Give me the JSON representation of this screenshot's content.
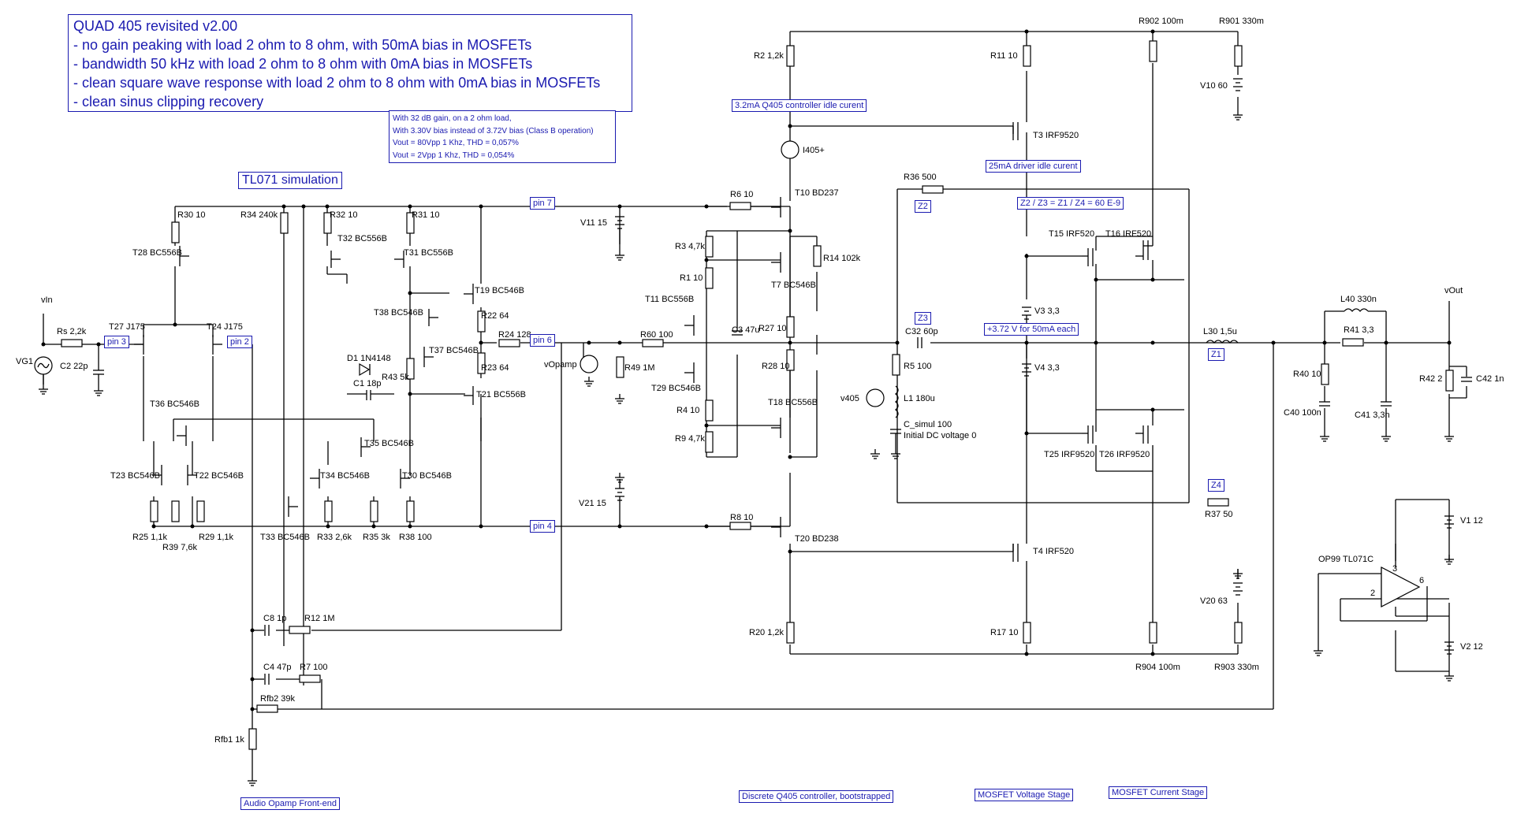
{
  "title_box": {
    "lines": [
      "QUAD 405 revisited v2.00",
      "- no gain peaking with load 2 ohm to 8 ohm, with 50mA bias in MOSFETs",
      "- bandwidth 50 kHz with load 2 ohm to 8 ohm with 0mA bias in MOSFETs",
      "- clean square wave response with load 2 ohm to 8 ohm with 0mA bias in MOSFETs",
      "- clean sinus clipping recovery"
    ]
  },
  "sim_box": {
    "lines": [
      "With 32 dB gain, on a 2 ohm load,",
      "With 3.30V bias instead of 3.72V bias (Class B operation)",
      "Vout = 80Vpp 1 Khz, THD = 0,057%",
      "Vout =   2Vpp 1 Khz, THD = 0,054%"
    ]
  },
  "tags": {
    "tl071": "TL071 simulation",
    "pin7": "pin 7",
    "pin6": "pin 6",
    "pin4": "pin 4",
    "pin3": "pin 3",
    "pin2": "pin 2",
    "idle_controller": "3.2mA Q405 controller idle curent",
    "idle_driver": "25mA driver idle curent",
    "z_ratio": "Z2 / Z3 = Z1 / Z4 = 60 E-9",
    "z1": "Z1",
    "z2": "Z2",
    "z3": "Z3",
    "z4": "Z4",
    "bias_note": "+3.72 V for 50mA each",
    "stage_frontend": "Audio Opamp Front-end",
    "stage_controller": "Discrete Q405 controller, bootstrapped",
    "stage_voltage": "MOSFET Voltage Stage",
    "stage_current": "MOSFET Current Stage"
  },
  "labels": {
    "vin": "vIn",
    "vg1": "VG1",
    "rs": "Rs 2,2k",
    "c2": "C2 22p",
    "t27": "T27 J175",
    "t24": "T24 J175",
    "r30": "R30 10",
    "t28": "T28 BC556B",
    "r34": "R34 240k",
    "r32": "R32 10",
    "t32": "T32 BC556B",
    "r31": "R31 10",
    "t31": "T31 BC556B",
    "t19": "T19 BC546B",
    "t38": "T38 BC546B",
    "r22": "R22 64",
    "d1": "D1 1N4148",
    "r43": "R43 5k",
    "t37": "T37 BC546B",
    "c1": "C1 18p",
    "r24": "R24 128",
    "r23": "R23 64",
    "t21": "T21 BC556B",
    "t36": "T36 BC546B",
    "t35": "T35 BC546B",
    "t23": "T23 BC546B",
    "t22": "T22 BC546B",
    "t34": "T34 BC546B",
    "t30": "T30 BC546B",
    "r25": "R25 1,1k",
    "r29": "R29 1,1k",
    "r39": "R39 7,6k",
    "t33": "T33 BC546B",
    "r33": "R33 2,6k",
    "r35": "R35 3k",
    "r38": "R38 100",
    "c8": "C8 1p",
    "r12": "R12 1M",
    "c4": "C4 47p",
    "r7": "R7 100",
    "rfb2": "Rfb2 39k",
    "rfb1": "Rfb1 1k",
    "v11": "V11 15",
    "v21": "V21 15",
    "vopamp": "vOpamp",
    "r60": "R60 100",
    "r49": "R49 1M",
    "r6": "R6 10",
    "r8": "R8 10",
    "r3": "R3 4,7k",
    "r1": "R1 10",
    "t11": "T11 BC556B",
    "c3": "C3 47u",
    "r27": "R27 10",
    "r28": "R28 10",
    "t29": "T29 BC546B",
    "r4": "R4 10",
    "r9": "R9 4,7k",
    "r2": "R2 1,2k",
    "i405": "I405+",
    "t10": "T10 BD237",
    "r14": "R14 102k",
    "t7": "T7 BC546B",
    "t18": "T18 BC556B",
    "t20": "T20 BD238",
    "r20": "R20 1,2k",
    "r36": "R36 500",
    "c32": "C32 60p",
    "r5": "R5 100",
    "v405": "v405",
    "l1": "L1 180u",
    "c_simul": "C_simul 100",
    "c_simul_init": "Initial DC voltage 0",
    "r11": "R11 10",
    "t3": "T3 IRF9520",
    "t15": "T15 IRF520",
    "t16": "T16 IRF520",
    "v3": "V3 3,3",
    "v4": "V4 3,3",
    "t25": "T25 IRF9520",
    "t26": "T26 IRF9520",
    "t4": "T4 IRF520",
    "r17": "R17 10",
    "r37": "R37 50",
    "r902": "R902 100m",
    "r901": "R901 330m",
    "v10": "V10 60",
    "v20": "V20 63",
    "r904": "R904 100m",
    "r903": "R903 330m",
    "l30": "L30 1,5u",
    "l40": "L40 330n",
    "r41": "R41 3,3",
    "vout": "vOut",
    "r40": "R40 10",
    "c40": "C40 100n",
    "c41": "C41 3,3n",
    "r42": "R42 2",
    "c42": "C42 1n",
    "v1": "V1 12",
    "v2": "V2 12",
    "op99": "OP99 TL071C"
  }
}
